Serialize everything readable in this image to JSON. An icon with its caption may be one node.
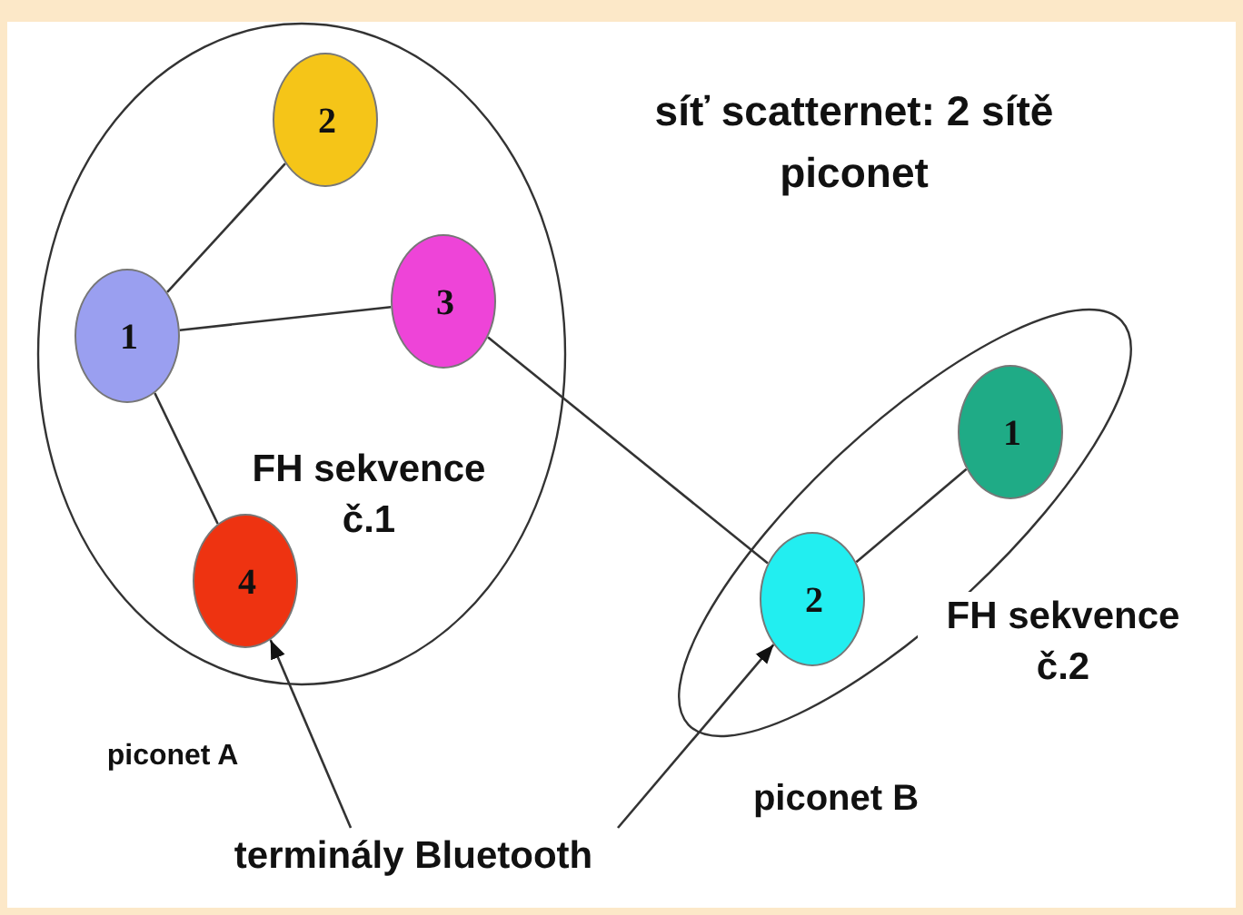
{
  "diagram": {
    "title": "síť scatternet: 2 sítě piconet",
    "nodes": [
      {
        "text": [
          "FH sekvence č.1"
        ],
        "beside": [
          "piconet A"
        ]
      },
      {
        "text": [
          "2"
        ],
        "in": 0
      },
      {
        "text": [
          "1"
        ],
        "in": 0
      },
      {
        "text": [
          "3"
        ],
        "in": 0
      },
      {
        "text": [
          "4"
        ],
        "in": 0
      },
      {
        "text": [],
        "shape": "ellipse",
        "beside": [
          "FH sekvence č.2",
          "piconet B"
        ]
      },
      {
        "text": [
          "1"
        ],
        "in": 5
      },
      {
        "text": [
          "2"
        ],
        "in": 5
      },
      {
        "text": [
          "terminály Bluetooth"
        ]
      }
    ],
    "edges": [
      {
        "from": 2,
        "to": 1,
        "arrow": "none"
      },
      {
        "from": 2,
        "to": 3,
        "arrow": "none"
      },
      {
        "from": 2,
        "to": 4,
        "arrow": "none"
      },
      {
        "from": 3,
        "to": 7,
        "arrow": "none"
      },
      {
        "from": 7,
        "to": 6,
        "arrow": "none"
      },
      {
        "from": 8,
        "to": 4,
        "arrow": "to"
      },
      {
        "from": 8,
        "to": 7,
        "arrow": "to"
      }
    ]
  }
}
